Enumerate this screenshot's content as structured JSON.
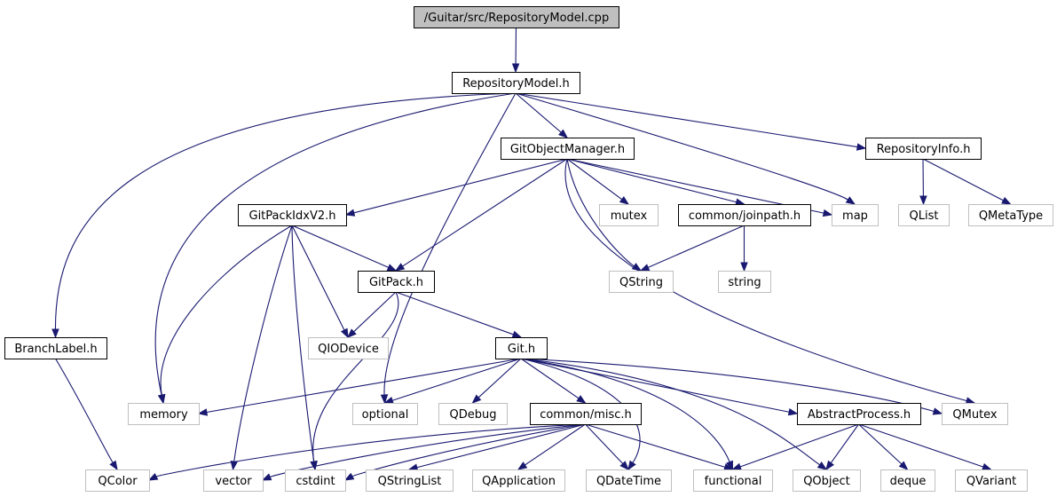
{
  "graph": {
    "edge_color": "#191970",
    "nodes": {
      "root": "/Guitar/src/RepositoryModel.cpp",
      "repositorymodel": "RepositoryModel.h",
      "gitobjectmanager": "GitObjectManager.h",
      "repositoryinfo": "RepositoryInfo.h",
      "gitpackidxv2": "GitPackIdxV2.h",
      "mutex": "mutex",
      "joinpath": "common/joinpath.h",
      "map": "map",
      "qlist": "QList",
      "qmetatype": "QMetaType",
      "gitpack": "GitPack.h",
      "qstring": "QString",
      "string": "string",
      "branchlabel": "BranchLabel.h",
      "qiodevice": "QIODevice",
      "git": "Git.h",
      "memory": "memory",
      "optional": "optional",
      "qdebug": "QDebug",
      "misc": "common/misc.h",
      "abstractprocess": "AbstractProcess.h",
      "qmutex": "QMutex",
      "qcolor": "QColor",
      "vector": "vector",
      "cstdint": "cstdint",
      "qstringlist": "QStringList",
      "qapplication": "QApplication",
      "qdatetime": "QDateTime",
      "functional": "functional",
      "qobject": "QObject",
      "deque": "deque",
      "qvariant": "QVariant"
    },
    "edges": [
      [
        "root",
        "repositorymodel"
      ],
      [
        "repositorymodel",
        "branchlabel"
      ],
      [
        "repositorymodel",
        "memory"
      ],
      [
        "repositorymodel",
        "optional"
      ],
      [
        "repositorymodel",
        "gitobjectmanager"
      ],
      [
        "repositorymodel",
        "map"
      ],
      [
        "repositorymodel",
        "repositoryinfo"
      ],
      [
        "gitobjectmanager",
        "gitpackidxv2"
      ],
      [
        "gitobjectmanager",
        "gitpack"
      ],
      [
        "gitobjectmanager",
        "mutex"
      ],
      [
        "gitobjectmanager",
        "joinpath"
      ],
      [
        "gitobjectmanager",
        "map"
      ],
      [
        "gitobjectmanager",
        "qstring"
      ],
      [
        "gitobjectmanager",
        "qmutex"
      ],
      [
        "repositoryinfo",
        "qlist"
      ],
      [
        "repositoryinfo",
        "qmetatype"
      ],
      [
        "joinpath",
        "qstring"
      ],
      [
        "joinpath",
        "string"
      ],
      [
        "gitpackidxv2",
        "gitpack"
      ],
      [
        "gitpackidxv2",
        "qiodevice"
      ],
      [
        "gitpackidxv2",
        "memory"
      ],
      [
        "gitpackidxv2",
        "vector"
      ],
      [
        "gitpackidxv2",
        "cstdint"
      ],
      [
        "gitpack",
        "qiodevice"
      ],
      [
        "gitpack",
        "git"
      ],
      [
        "gitpack",
        "cstdint"
      ],
      [
        "branchlabel",
        "qcolor"
      ],
      [
        "git",
        "memory"
      ],
      [
        "git",
        "optional"
      ],
      [
        "git",
        "qdebug"
      ],
      [
        "git",
        "misc"
      ],
      [
        "git",
        "qdatetime"
      ],
      [
        "git",
        "functional"
      ],
      [
        "git",
        "qobject"
      ],
      [
        "git",
        "abstractprocess"
      ],
      [
        "git",
        "qmutex"
      ],
      [
        "misc",
        "qcolor"
      ],
      [
        "misc",
        "vector"
      ],
      [
        "misc",
        "cstdint"
      ],
      [
        "misc",
        "qstringlist"
      ],
      [
        "misc",
        "qapplication"
      ],
      [
        "misc",
        "qdatetime"
      ],
      [
        "misc",
        "functional"
      ],
      [
        "abstractprocess",
        "functional"
      ],
      [
        "abstractprocess",
        "qobject"
      ],
      [
        "abstractprocess",
        "deque"
      ],
      [
        "abstractprocess",
        "qvariant"
      ]
    ]
  }
}
